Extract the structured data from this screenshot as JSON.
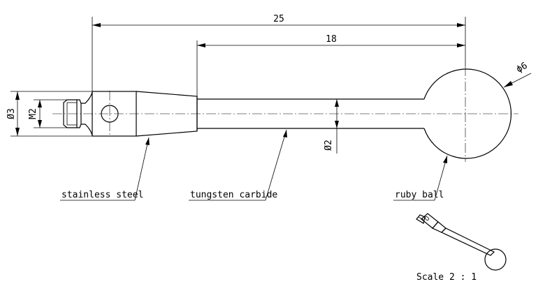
{
  "dimensions": {
    "overall_length": "25",
    "shaft_length": "18",
    "ball_diameter": "ϕ6",
    "body_diameter": "Ø3",
    "thread": "M2",
    "shaft_diameter": "Ø2"
  },
  "labels": {
    "body_material": "stainless steel",
    "shaft_material": "tungsten carbide",
    "ball_material": "ruby ball"
  },
  "scale": "Scale 2 : 1"
}
